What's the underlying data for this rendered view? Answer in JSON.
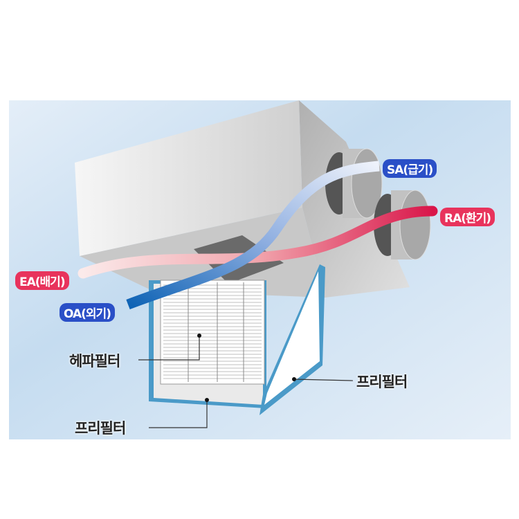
{
  "airflows": {
    "sa": {
      "label": "SA(급기)",
      "color": "#2a4fc7"
    },
    "ra": {
      "label": "RA(환기)",
      "color": "#e8335c"
    },
    "ea": {
      "label": "EA(배기)",
      "color": "#e8335c"
    },
    "oa": {
      "label": "OA(외기)",
      "color": "#2a4fc7"
    }
  },
  "parts": {
    "hepa_filter": "헤파필터",
    "pre_filter_right": "프리필터",
    "pre_filter_bottom": "프리필터"
  },
  "colors": {
    "background": "#cfe2f3",
    "filter_frame": "#4a9ac8"
  }
}
